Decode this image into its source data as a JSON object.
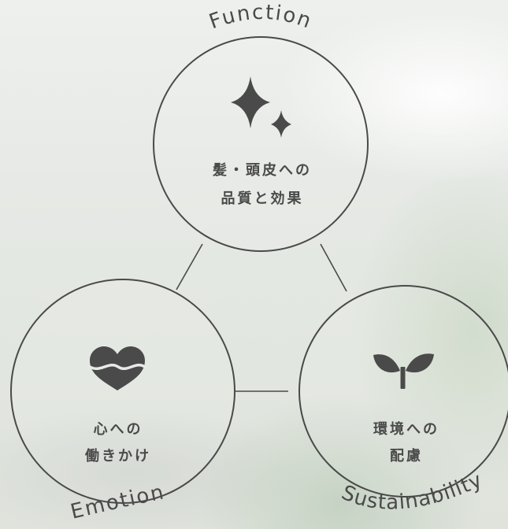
{
  "nodes": {
    "function": {
      "label": "Function",
      "icon": "sparkle-icon",
      "line1": "髪・頭皮への",
      "line2": "品質と効果"
    },
    "emotion": {
      "label": "Emotion",
      "icon": "heart-icon",
      "line1": "心への",
      "line2": "働きかけ"
    },
    "sustainability": {
      "label": "Sustainability",
      "icon": "sprout-icon",
      "line1": "環境への",
      "line2": "配慮"
    }
  },
  "colors": {
    "stroke": "#4a4a4a",
    "icon": "#4a4a4a"
  }
}
